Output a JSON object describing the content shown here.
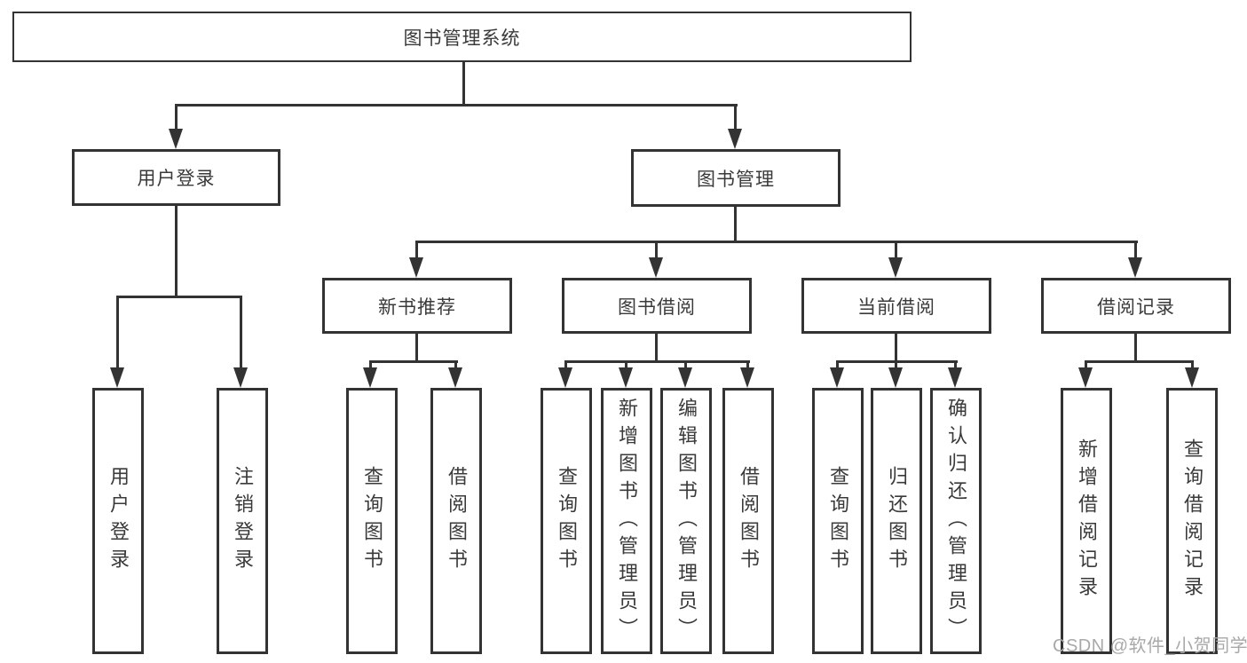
{
  "diagram_title": "图书管理系统",
  "colors": {
    "line": "#333333",
    "text": "#3a3a3a",
    "watermark": "#a9a9a9",
    "background": "#ffffff"
  },
  "nodes": {
    "root": {
      "label": "图书管理系统"
    },
    "user_login": {
      "label": "用户登录",
      "children": [
        {
          "label": "用户登录"
        },
        {
          "label": "注销登录"
        }
      ]
    },
    "book_management": {
      "label": "图书管理",
      "children": [
        {
          "label": "新书推荐",
          "children": [
            {
              "label": "查询图书"
            },
            {
              "label": "借阅图书"
            }
          ]
        },
        {
          "label": "图书借阅",
          "children": [
            {
              "label": "查询图书"
            },
            {
              "label": "新增图书（管理员）"
            },
            {
              "label": "编辑图书（管理员）"
            },
            {
              "label": "借阅图书"
            }
          ]
        },
        {
          "label": "当前借阅",
          "children": [
            {
              "label": "查询图书"
            },
            {
              "label": "归还图书"
            },
            {
              "label": "确认归还（管理员）"
            }
          ]
        },
        {
          "label": "借阅记录",
          "children": [
            {
              "label": "新增借阅记录"
            },
            {
              "label": "查询借阅记录"
            }
          ]
        }
      ]
    }
  },
  "watermark": {
    "text": "CSDN @软件_小贺同学"
  }
}
